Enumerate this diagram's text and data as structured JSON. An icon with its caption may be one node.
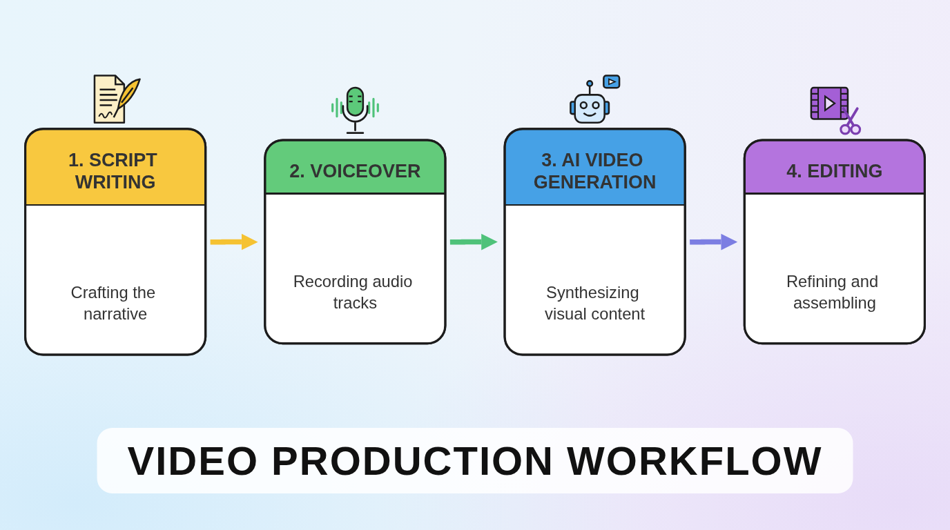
{
  "diagram": {
    "title": "VIDEO PRODUCTION WORKFLOW",
    "nodes": [
      {
        "text": [
          "1. SCRIPT WRITING",
          "Crafting the narrative"
        ]
      },
      {
        "text": [
          "2. VOICEOVER",
          "Recording audio tracks"
        ]
      },
      {
        "text": [
          "3. AI VIDEO GENERATION",
          "Synthesizing visual content"
        ]
      },
      {
        "text": [
          "4. EDITING",
          "Refining and assembling"
        ]
      }
    ],
    "edges": [
      {
        "from": 0,
        "to": 1,
        "arrow": "to",
        "color": "#f5c232"
      },
      {
        "from": 1,
        "to": 2,
        "arrow": "to",
        "color": "#4fc27a"
      },
      {
        "from": 2,
        "to": 3,
        "arrow": "to",
        "color": "#7c7ee2"
      }
    ]
  }
}
